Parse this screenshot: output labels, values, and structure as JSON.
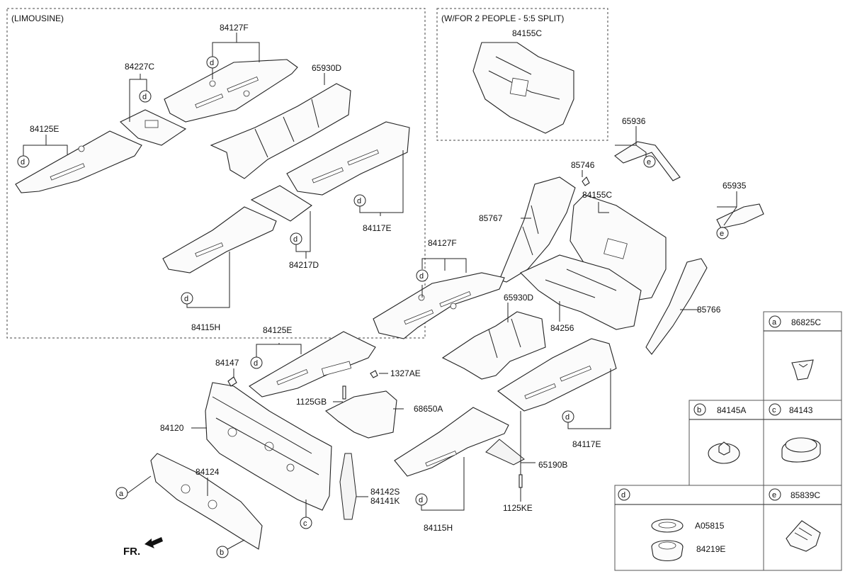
{
  "boxes": {
    "limousine_title": "(LIMOUSINE)",
    "split_title": "(W/FOR 2 PEOPLE - 5:5 SPLIT)"
  },
  "labels": {
    "l_84127F_a": "84127F",
    "l_84227C": "84227C",
    "l_65930D_a": "65930D",
    "l_84125E_a": "84125E",
    "l_84117E_a": "84117E",
    "l_84217D": "84217D",
    "l_84115H_a": "84115H",
    "l_84155C_a": "84155C",
    "l_65936": "65936",
    "l_85746": "85746",
    "l_84155C_b": "84155C",
    "l_65935": "65935",
    "l_85767": "85767",
    "l_84127F_b": "84127F",
    "l_65930D_b": "65930D",
    "l_84256": "84256",
    "l_85766": "85766",
    "l_84125E_b": "84125E",
    "l_84147": "84147",
    "l_1327AE": "1327AE",
    "l_1125GB": "1125GB",
    "l_68650A": "68650A",
    "l_84120": "84120",
    "l_84124": "84124",
    "l_84117E_b": "84117E",
    "l_65190B": "65190B",
    "l_84142S": "84142S",
    "l_84141K": "84141K",
    "l_84115H_b": "84115H",
    "l_1125KE": "1125KE",
    "fr": "FR."
  },
  "callouts": {
    "a": "a",
    "b": "b",
    "c": "c",
    "d": "d",
    "e": "e"
  },
  "legend": {
    "a": {
      "letter": "a",
      "part": "86825C"
    },
    "b": {
      "letter": "b",
      "part": "84145A"
    },
    "c": {
      "letter": "c",
      "part": "84143"
    },
    "d": {
      "letter": "d",
      "parts": [
        "A05815",
        "84219E"
      ]
    },
    "e": {
      "letter": "e",
      "part": "85839C"
    }
  }
}
